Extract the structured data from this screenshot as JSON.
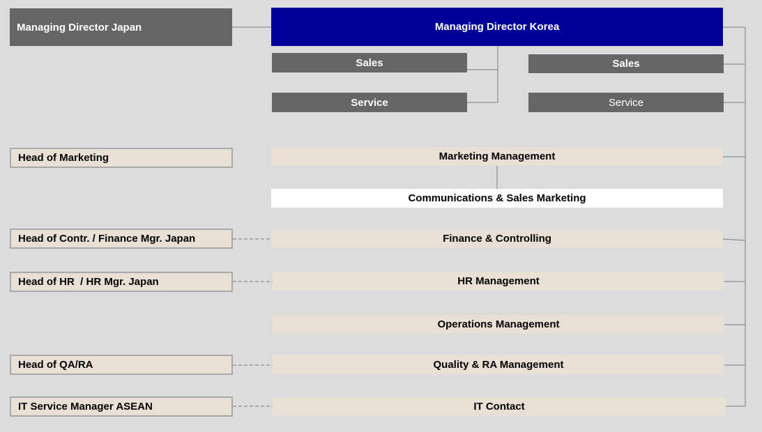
{
  "left": {
    "md_japan": "Managing Director Japan",
    "head_marketing": "Head of Marketing",
    "head_finance": "Head of Contr. / Finance Mgr. Japan",
    "head_hr": "Head of HR  / HR Mgr. Japan",
    "head_qa": "Head of QA/RA",
    "it_manager": "IT Service Manager ASEAN"
  },
  "center": {
    "md_korea": "Managing Director Korea",
    "sales": "Sales",
    "service": "Service",
    "marketing": "Marketing Management",
    "communications": "Communications & Sales Marketing",
    "finance": "Finance & Controlling",
    "hr": "HR Management",
    "operations": "Operations Management",
    "quality": "Quality & RA Management",
    "it_contact": "IT Contact"
  },
  "right": {
    "sales": "Sales",
    "service": "Service"
  },
  "colors": {
    "background": "#dcdcdc",
    "dark_box": "#666666",
    "navy": "#000099",
    "beige": "#e8e0d4",
    "connector": "#8c8c8c"
  }
}
